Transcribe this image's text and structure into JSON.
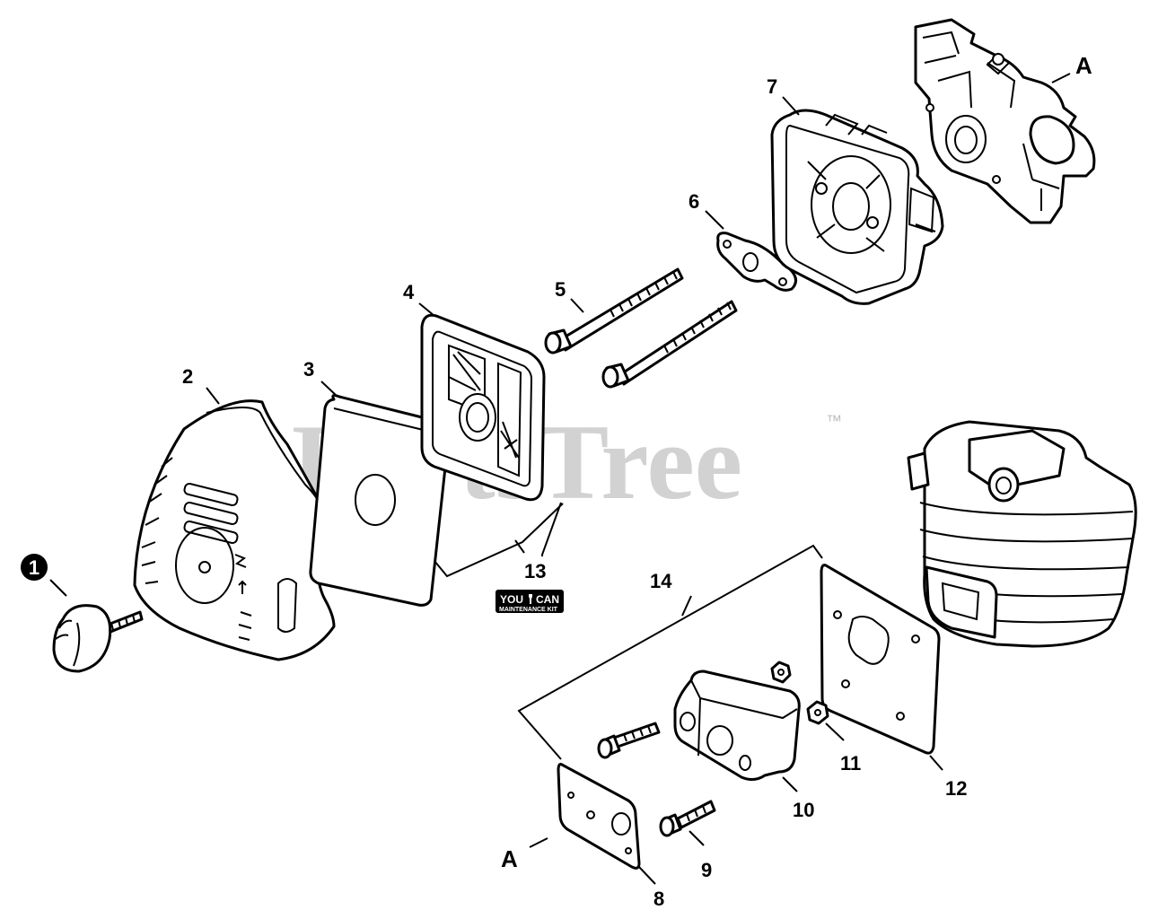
{
  "watermark": {
    "brand": "PartsTree",
    "trademark": "™",
    "color": "#d2d2d2"
  },
  "kit_badge": {
    "line1_left": "YOU",
    "line1_right": "CAN",
    "line2": "MAINTENANCE KIT"
  },
  "callouts": {
    "c1": "1",
    "c2": "2",
    "c3": "3",
    "c4": "4",
    "c5": "5",
    "c6": "6",
    "c7": "7",
    "c8": "8",
    "c9": "9",
    "c10": "10",
    "c11": "11",
    "c12": "12",
    "c13": "13",
    "c14": "14",
    "a_top": "A",
    "a_bottom": "A"
  }
}
